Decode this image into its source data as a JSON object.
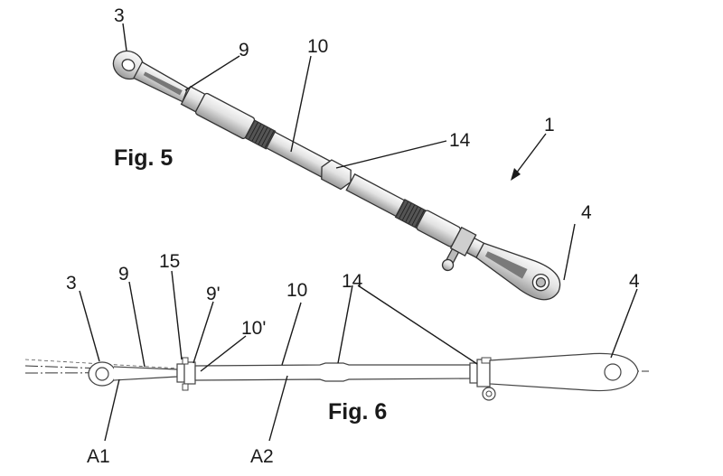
{
  "fig5": {
    "caption": "Fig. 5",
    "labels": {
      "r3": "3",
      "r9": "9",
      "r10": "10",
      "r14": "14",
      "r1": "1",
      "r4": "4"
    }
  },
  "fig6": {
    "caption": "Fig. 6",
    "labels": {
      "r3": "3",
      "r9": "9",
      "r15": "15",
      "r9p": "9'",
      "r10": "10",
      "r14": "14",
      "r4": "4",
      "r10p": "10'",
      "a1": "A1",
      "a2": "A2"
    }
  }
}
